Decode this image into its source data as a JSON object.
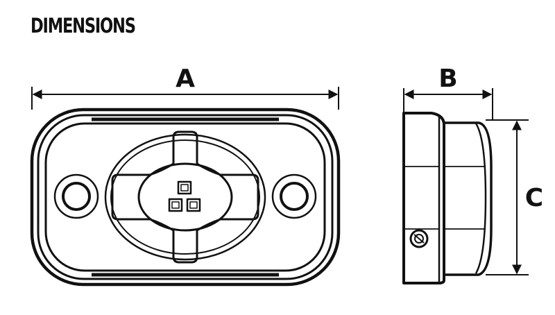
{
  "heading": "DIMENSIONS",
  "labels": {
    "a": "A",
    "b": "B",
    "c": "C"
  }
}
